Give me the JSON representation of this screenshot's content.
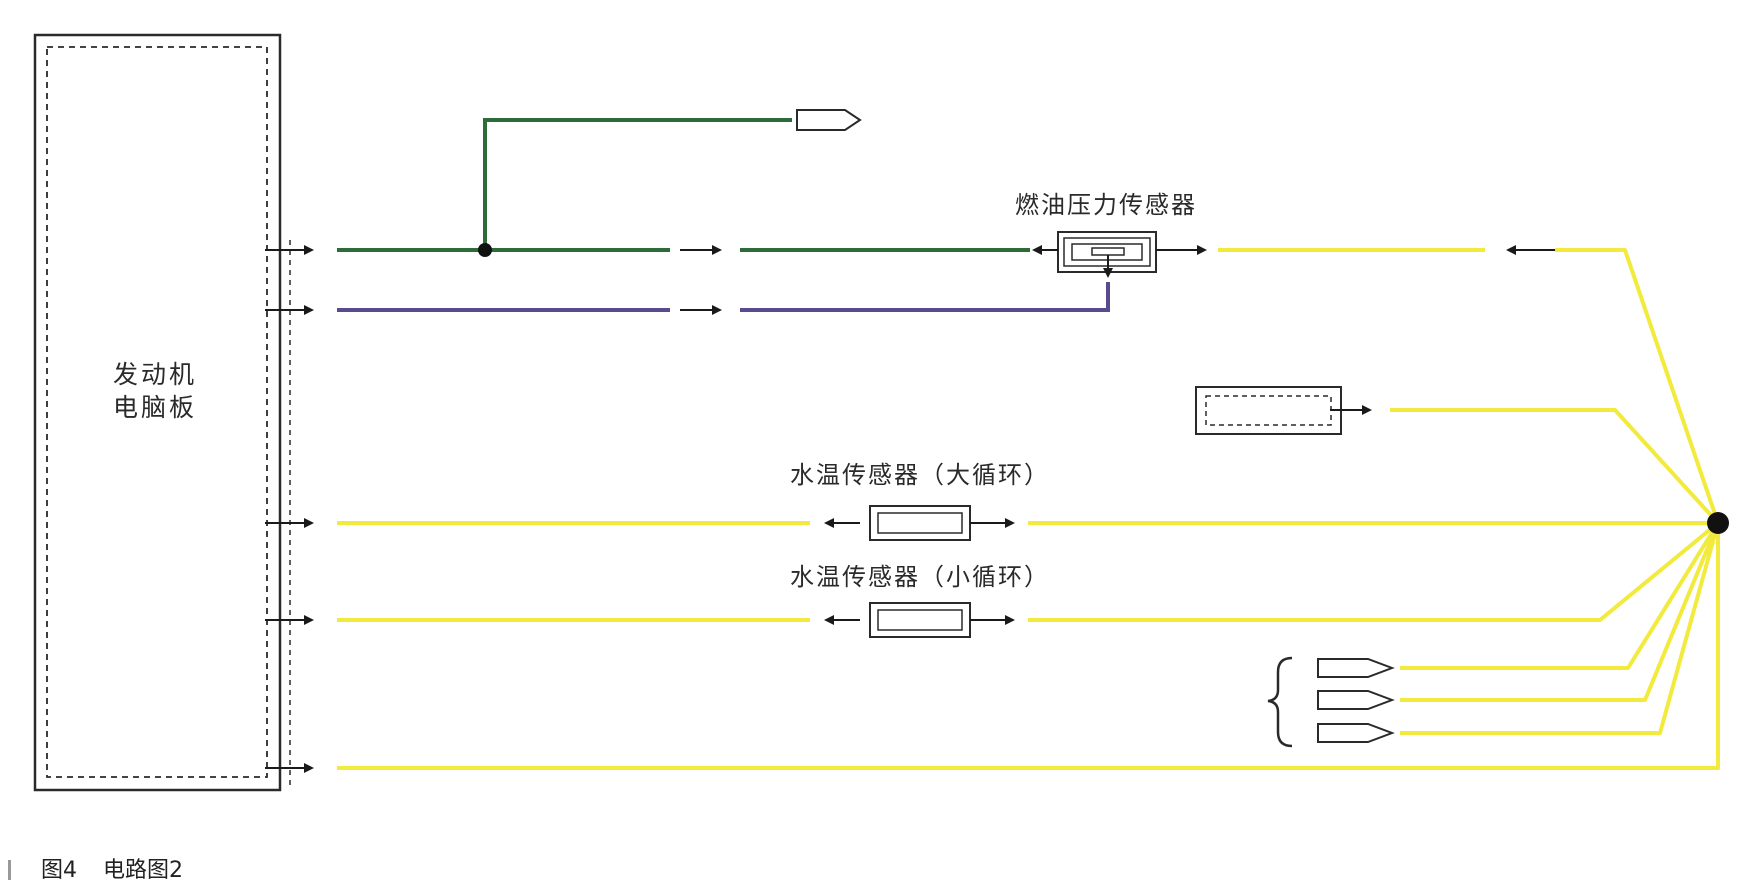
{
  "diagram": {
    "ecu_label_line1": "发动机",
    "ecu_label_line2": "电脑板",
    "fuel_sensor_label": "燃油压力传感器",
    "water_large_label": "水温传感器（大循环）",
    "water_small_label": "水温传感器（小循环）"
  },
  "caption": {
    "figure_number": "图4",
    "figure_title": "电路图2"
  },
  "colors": {
    "green_wire": "#2e6b3a",
    "purple_wire": "#5a4a8e",
    "yellow_wire": "#f2ea3c",
    "outline": "#2a2a2a"
  }
}
